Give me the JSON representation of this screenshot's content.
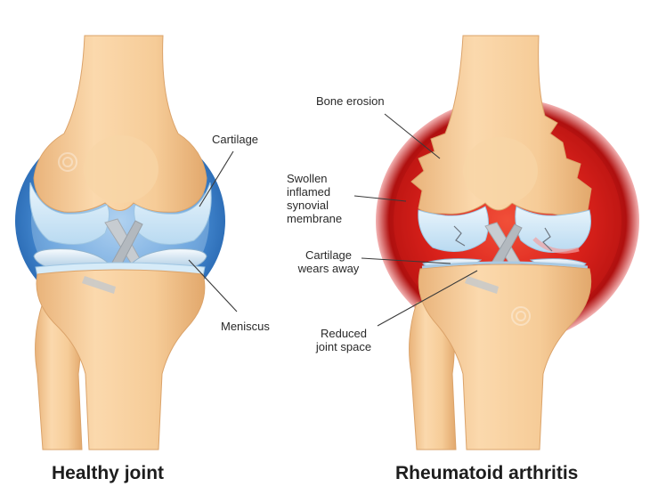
{
  "panels": {
    "left": {
      "caption": "Healthy joint",
      "labels": {
        "cartilage": "Cartilage",
        "meniscus": "Meniscus"
      }
    },
    "right": {
      "caption": "Rheumatoid arthritis",
      "labels": {
        "bone_erosion": "Bone erosion",
        "swollen": [
          "Swollen",
          "inflamed",
          "synovial",
          "membrane"
        ],
        "cartilage_wears": [
          "Cartilage",
          "wears away"
        ],
        "reduced_space": [
          "Reduced",
          "joint space"
        ]
      }
    }
  },
  "colors": {
    "bone": "#f4cc98",
    "bone_shadow": "#e5ad70",
    "cartilage": "#cfe7f7",
    "cartilage_edge": "#9fc6e2",
    "synovial_healthy": "#3f86d0",
    "synovial_inflamed": "#c3171a",
    "ligament": "#bfc4c9",
    "leader_line": "#3a3a3a"
  },
  "icons": [
    "watermark-spiral-icon"
  ]
}
